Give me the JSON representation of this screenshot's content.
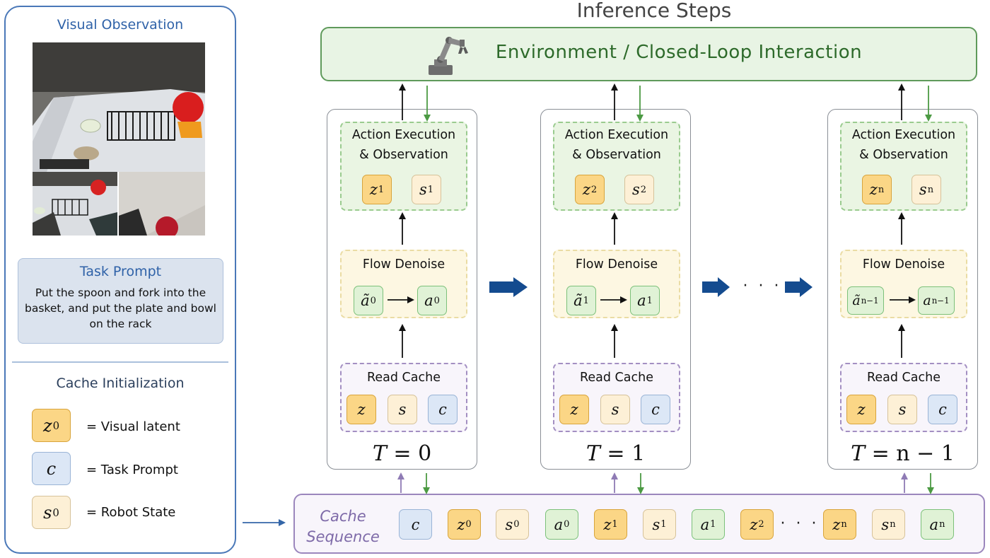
{
  "heading": "Inference Steps",
  "environment": {
    "title": "Environment  /  Closed-Loop Interaction",
    "icon": "robot-arm-icon"
  },
  "left_panel": {
    "visual_observation_title": "Visual Observation",
    "task_prompt_title": "Task Prompt",
    "task_prompt_text": "Put the spoon and fork into the basket, and put the plate and bowl on the rack",
    "cache_init_title": "Cache Initialization",
    "legend": [
      {
        "symbol": "z",
        "sub": "0",
        "kind": "z",
        "label": "=  Visual latent"
      },
      {
        "symbol": "c",
        "sub": "",
        "kind": "c",
        "label": "=  Task Prompt"
      },
      {
        "symbol": "s",
        "sub": "0",
        "kind": "s",
        "label": "=  Robot State"
      }
    ]
  },
  "steps": [
    {
      "action_title_1": "Action Execution",
      "action_title_2": "& Observation",
      "z_symbol": "z",
      "z_sub": "1",
      "s_symbol": "s",
      "s_sub": "1",
      "flow_title": "Flow Denoise",
      "noisy_symbol": "ã",
      "noisy_sub": "0",
      "clean_symbol": "a",
      "clean_sub": "0",
      "read_title": "Read Cache",
      "read_z": "z",
      "read_s": "s",
      "read_c": "c",
      "t_var": "T",
      "t_value": "= 0"
    },
    {
      "action_title_1": "Action Execution",
      "action_title_2": "& Observation",
      "z_symbol": "z",
      "z_sub": "2",
      "s_symbol": "s",
      "s_sub": "2",
      "flow_title": "Flow Denoise",
      "noisy_symbol": "ã",
      "noisy_sub": "1",
      "clean_symbol": "a",
      "clean_sub": "1",
      "read_title": "Read Cache",
      "read_z": "z",
      "read_s": "s",
      "read_c": "c",
      "t_var": "T",
      "t_value": "= 1"
    },
    {
      "action_title_1": "Action Execution",
      "action_title_2": "& Observation",
      "z_symbol": "z",
      "z_sub": "n",
      "s_symbol": "s",
      "s_sub": "n",
      "flow_title": "Flow Denoise",
      "noisy_symbol": "ã",
      "noisy_sub": "n−1",
      "clean_symbol": "a",
      "clean_sub": "n−1",
      "read_title": "Read Cache",
      "read_z": "z",
      "read_s": "s",
      "read_c": "c",
      "t_var": "T",
      "t_value": "= n − 1"
    }
  ],
  "between_steps_ellipsis": "· · ·",
  "cache_sequence": {
    "label_1": "Cache",
    "label_2": "Sequence",
    "tokens": [
      {
        "symbol": "c",
        "sub": "",
        "kind": "c"
      },
      {
        "symbol": "z",
        "sub": "0",
        "kind": "z"
      },
      {
        "symbol": "s",
        "sub": "0",
        "kind": "s"
      },
      {
        "symbol": "a",
        "sub": "0",
        "kind": "a"
      },
      {
        "symbol": "z",
        "sub": "1",
        "kind": "z"
      },
      {
        "symbol": "s",
        "sub": "1",
        "kind": "s"
      },
      {
        "symbol": "a",
        "sub": "1",
        "kind": "a"
      },
      {
        "symbol": "z",
        "sub": "2",
        "kind": "z"
      },
      {
        "symbol": "· · ·",
        "sub": "",
        "kind": "dots"
      },
      {
        "symbol": "z",
        "sub": "n",
        "kind": "z"
      },
      {
        "symbol": "s",
        "sub": "n",
        "kind": "s"
      },
      {
        "symbol": "a",
        "sub": "n",
        "kind": "a"
      }
    ]
  },
  "colors": {
    "blue_border": "#4a78b8",
    "env_green": "#2d6a2a",
    "purple": "#9b86bd",
    "big_arrow": "#144b8f",
    "green_arrow": "#4c9a43",
    "purple_arrow": "#8f7bb5"
  }
}
